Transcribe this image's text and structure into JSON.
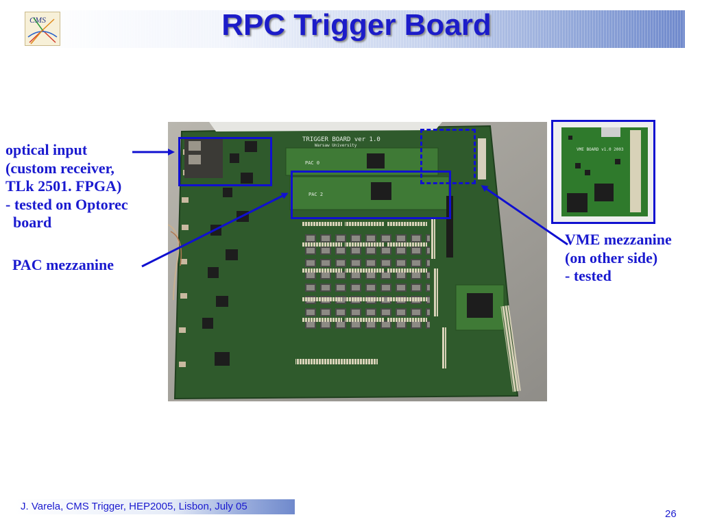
{
  "slide": {
    "title": "RPC Trigger Board",
    "logo_text": "CMS"
  },
  "board": {
    "silkscreen_title": "TRIGGER BOARD ver 1.0",
    "silkscreen_subtitle": "Warsaw University",
    "pac_labels": [
      "PAC 0",
      "PAC 2"
    ],
    "inset_label": "VME BOARD v1.0 2003"
  },
  "annotations": {
    "optical_input": "optical input\n(custom receiver,\nTLk 2501. FPGA)\n- tested on Optorec\n  board",
    "pac_mezzanine": "PAC mezzanine",
    "vme_mezzanine": "VME mezzanine\n(on other side)\n- tested"
  },
  "footer": {
    "text": "J. Varela, CMS Trigger, HEP2005, Lisbon, July 05",
    "page_number": "26"
  },
  "colors": {
    "title": "#1c1cc9",
    "annotation": "#1a1acf",
    "pcb_green": "#2f5a2c"
  }
}
